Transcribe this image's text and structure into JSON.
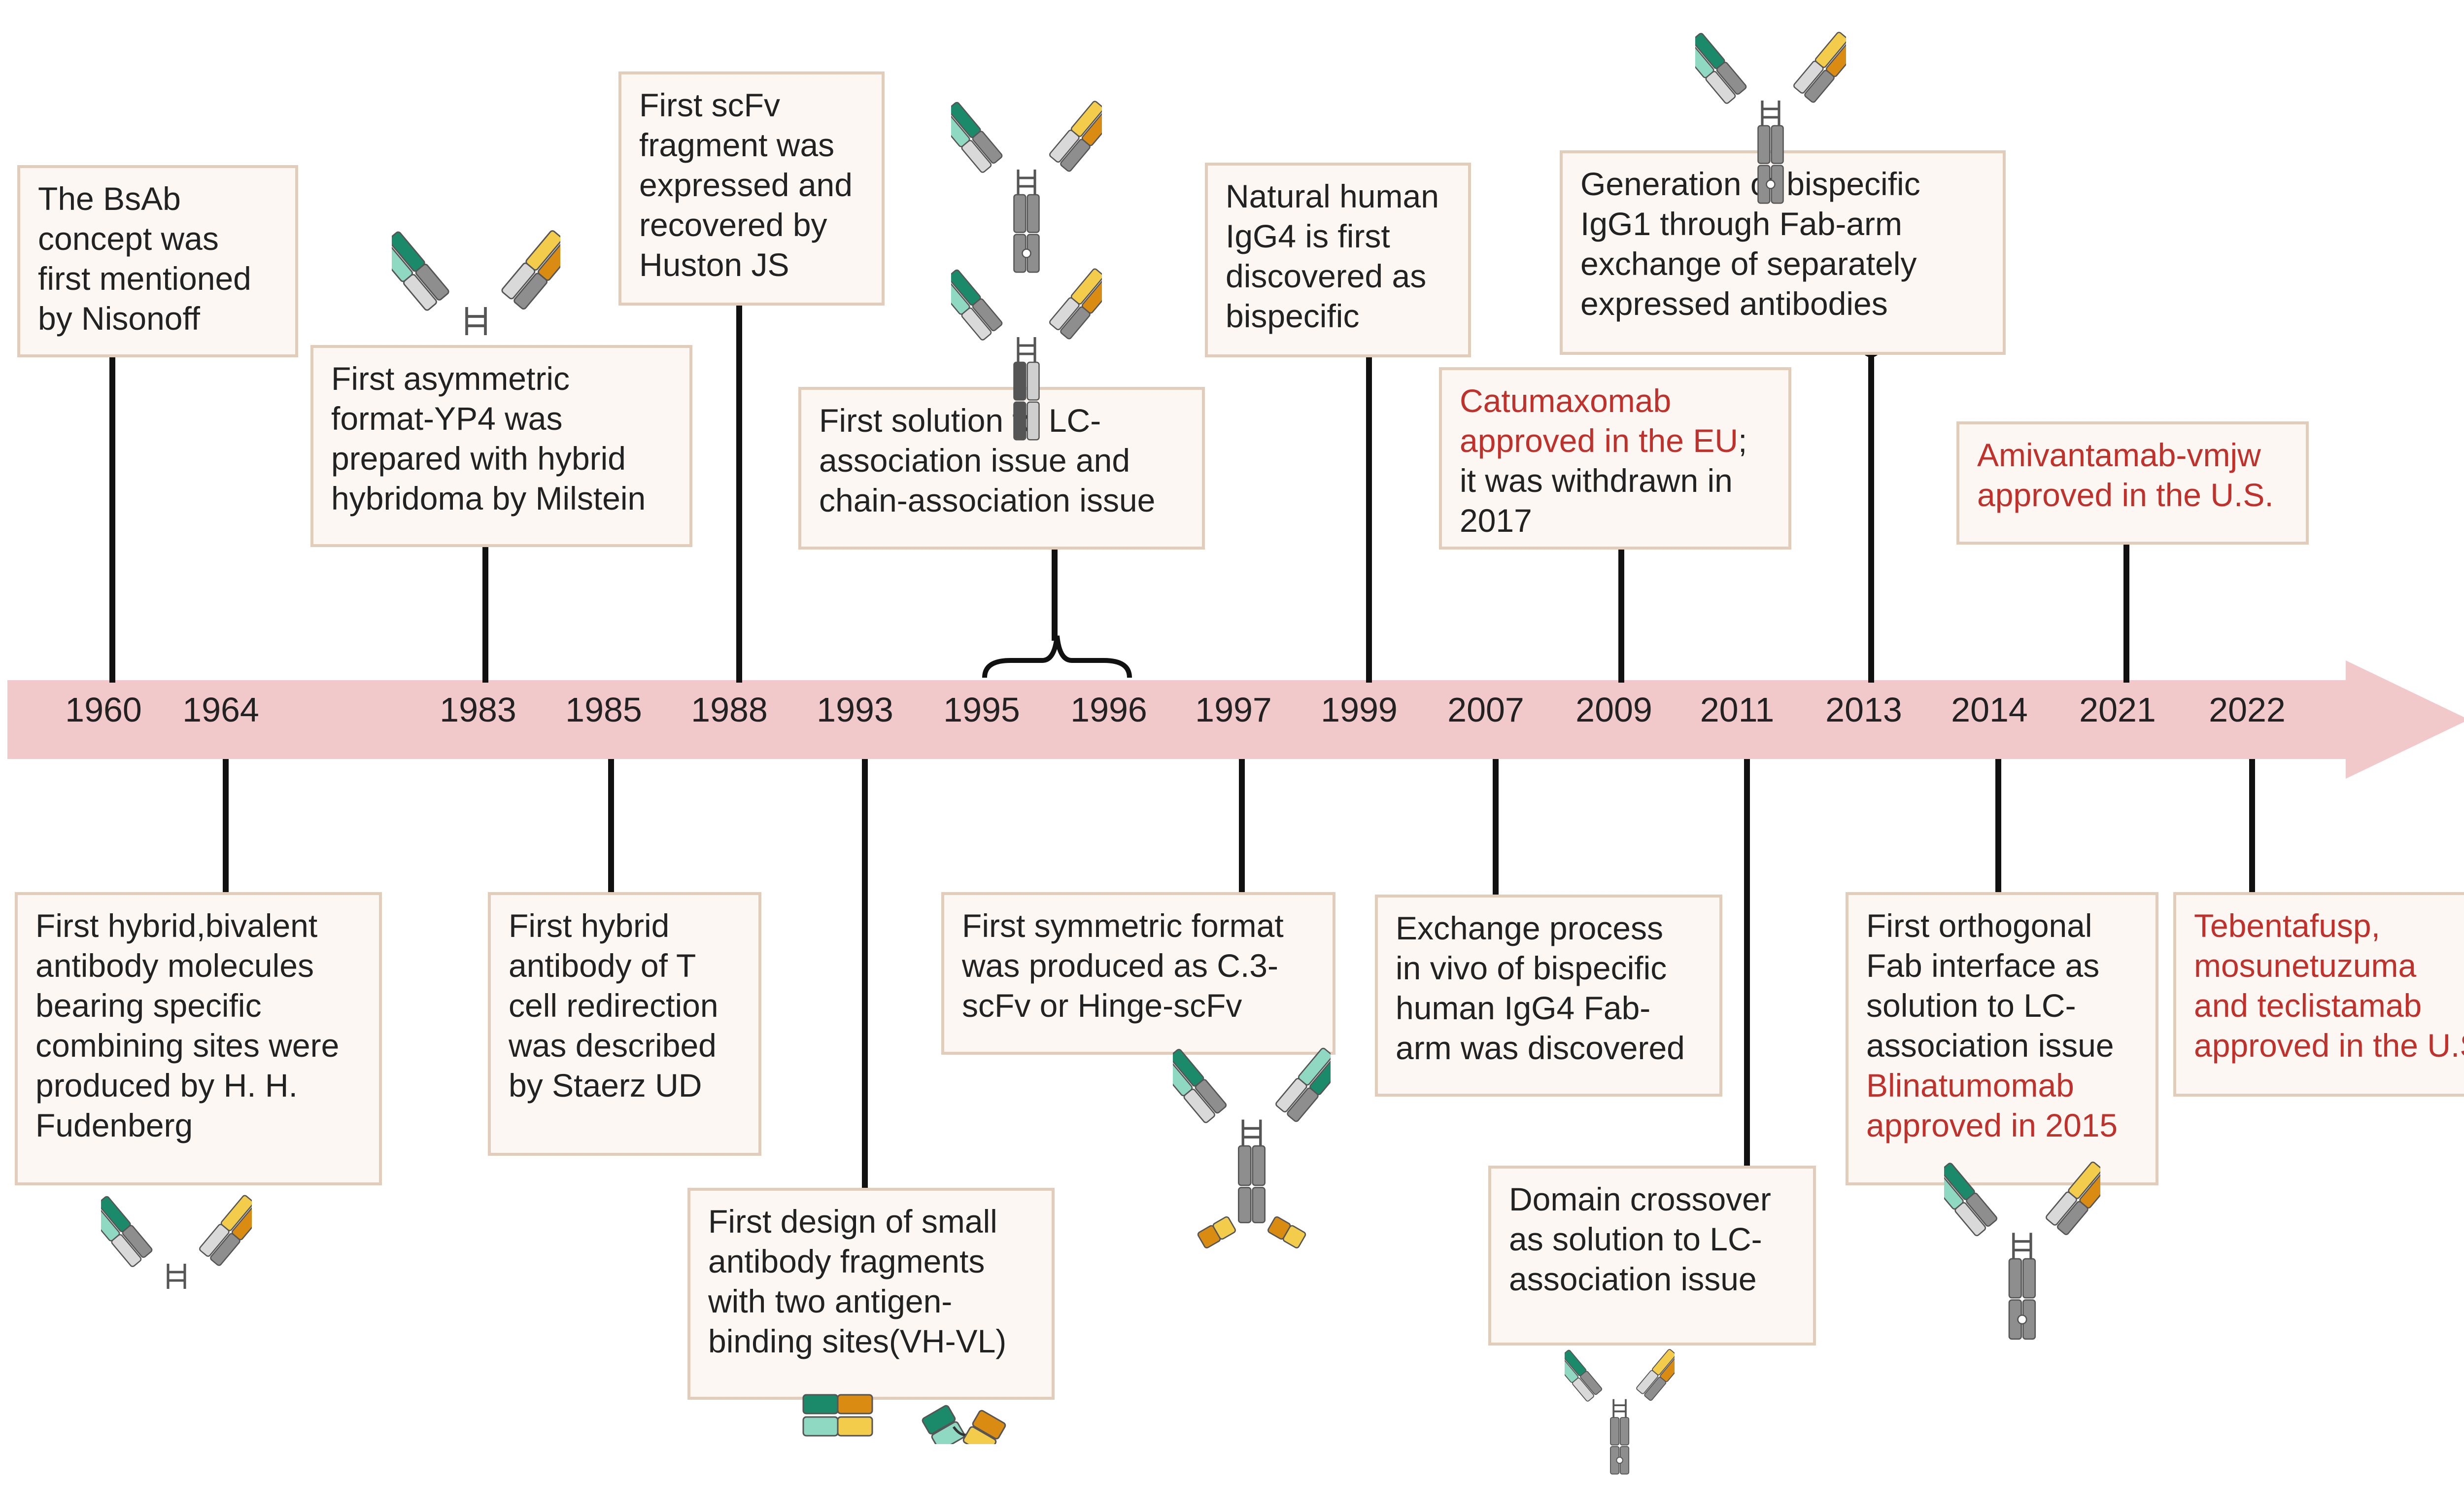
{
  "colors": {
    "arrow": "#f2c9cb",
    "box_bg": "#fcf7f2",
    "box_border": "#e2cdbb",
    "red": "#c0312b",
    "teal_dark": "#1a8a6a",
    "teal_light": "#8fd9c2",
    "orange": "#d98b12",
    "yellow": "#f2cc4a",
    "gray": "#8e8e8e"
  },
  "years": [
    "1960",
    "1964",
    "1983",
    "1985",
    "1988",
    "1993",
    "1995",
    "1996",
    "1997",
    "1999",
    "2007",
    "2009",
    "2011",
    "2013",
    "2014",
    "2021",
    "2022"
  ],
  "events": {
    "e1960": {
      "lines": [
        "The BsAb\nconcept was\nfirst mentioned\nby Nisonoff"
      ]
    },
    "e1964": {
      "lines": [
        "First hybrid,bivalent\nantibody molecules\nbearing specific\ncombining sites were\nproduced by H. H.\nFudenberg"
      ]
    },
    "e1983": {
      "lines": [
        "First asymmetric\nformat-YP4 was\nprepared with hybrid\nhybridoma by Milstein"
      ]
    },
    "e1985": {
      "lines": [
        "First hybrid\nantibody of T\ncell  redirection\nwas described\nby Staerz UD"
      ]
    },
    "e1988": {
      "lines": [
        "First scFv\nfragment was\nexpressed and\nrecovered by\nHuston JS"
      ]
    },
    "e1993": {
      "lines": [
        "First design of small\nantibody fragments\nwith two antigen-\nbinding sites(VH-VL)"
      ]
    },
    "e1995": {
      "lines": [
        "First solution to  LC-\nassociation issue and\nchain-association issue"
      ]
    },
    "e1997": {
      "lines": [
        "First symmetric  format\nwas produced as C.3-\nscFv or Hinge-scFv"
      ]
    },
    "e1999": {
      "lines": [
        "Natural human\nIgG4  is first\ndiscovered as\nbispecific"
      ]
    },
    "e2007": {
      "lines": [
        "Exchange  process\nin vivo of bispecific\nhuman  IgG4 Fab-\narm was discovered"
      ]
    },
    "e2009": {
      "red": "Catumaxomab\napproved in the EU",
      "black": ";\nit was withdrawn in\n2017"
    },
    "e2011": {
      "lines": [
        "Domain crossover\nas solution to  LC-\nassociation issue"
      ]
    },
    "e2013": {
      "lines": [
        "Generation of  bispecific\nIgG1  through Fab-arm\nexchange of  separately\nexpressed  antibodies"
      ]
    },
    "e2014": {
      "black": "First orthogonal\nFab  interface as\nsolution to  LC-\nassociation issue",
      "red": "Blinatumomab\napproved  in 2015"
    },
    "e2021": {
      "red": "Amivantamab-vmjw\napproved in the U.S."
    },
    "e2022": {
      "red": "Tebentafusp,\nmosunetuzuma\nand teclistamab\napproved in the U.S."
    }
  },
  "icons": [
    "y-shaped-antibody-icon",
    "scfv-fragment-icon",
    "diabody-icon"
  ]
}
